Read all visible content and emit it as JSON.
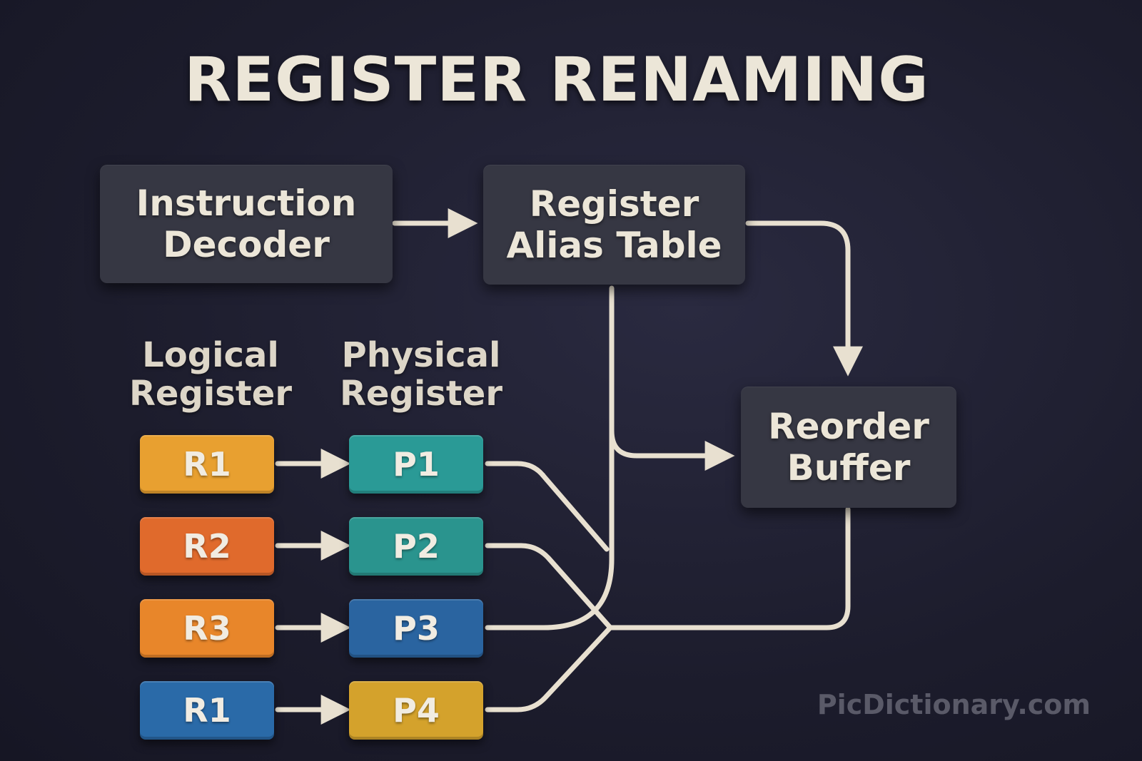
{
  "title": "REGISTER RENAMING",
  "blocks": {
    "decoder": {
      "line1": "Instruction",
      "line2": "Decoder"
    },
    "rat": {
      "line1": "Register",
      "line2": "Alias Table"
    },
    "rob": {
      "line1": "Reorder",
      "line2": "Buffer"
    }
  },
  "columns": {
    "logical": {
      "line1": "Logical",
      "line2": "Register"
    },
    "physical": {
      "line1": "Physical",
      "line2": "Register"
    }
  },
  "logical_registers": [
    {
      "label": "R1",
      "color": "#e8a030"
    },
    {
      "label": "R2",
      "color": "#e06a2c"
    },
    {
      "label": "R3",
      "color": "#e8862a"
    },
    {
      "label": "R1",
      "color": "#2a6aa8"
    }
  ],
  "physical_registers": [
    {
      "label": "P1",
      "color": "#2a9a96"
    },
    {
      "label": "P2",
      "color": "#2a948e"
    },
    {
      "label": "P3",
      "color": "#2a64a0"
    },
    {
      "label": "P4",
      "color": "#d4a22c"
    }
  ],
  "colors": {
    "line": "#e8e0d0",
    "block": "#363743",
    "background": "#1c1c2c"
  },
  "watermark": "PicDictionary.com"
}
